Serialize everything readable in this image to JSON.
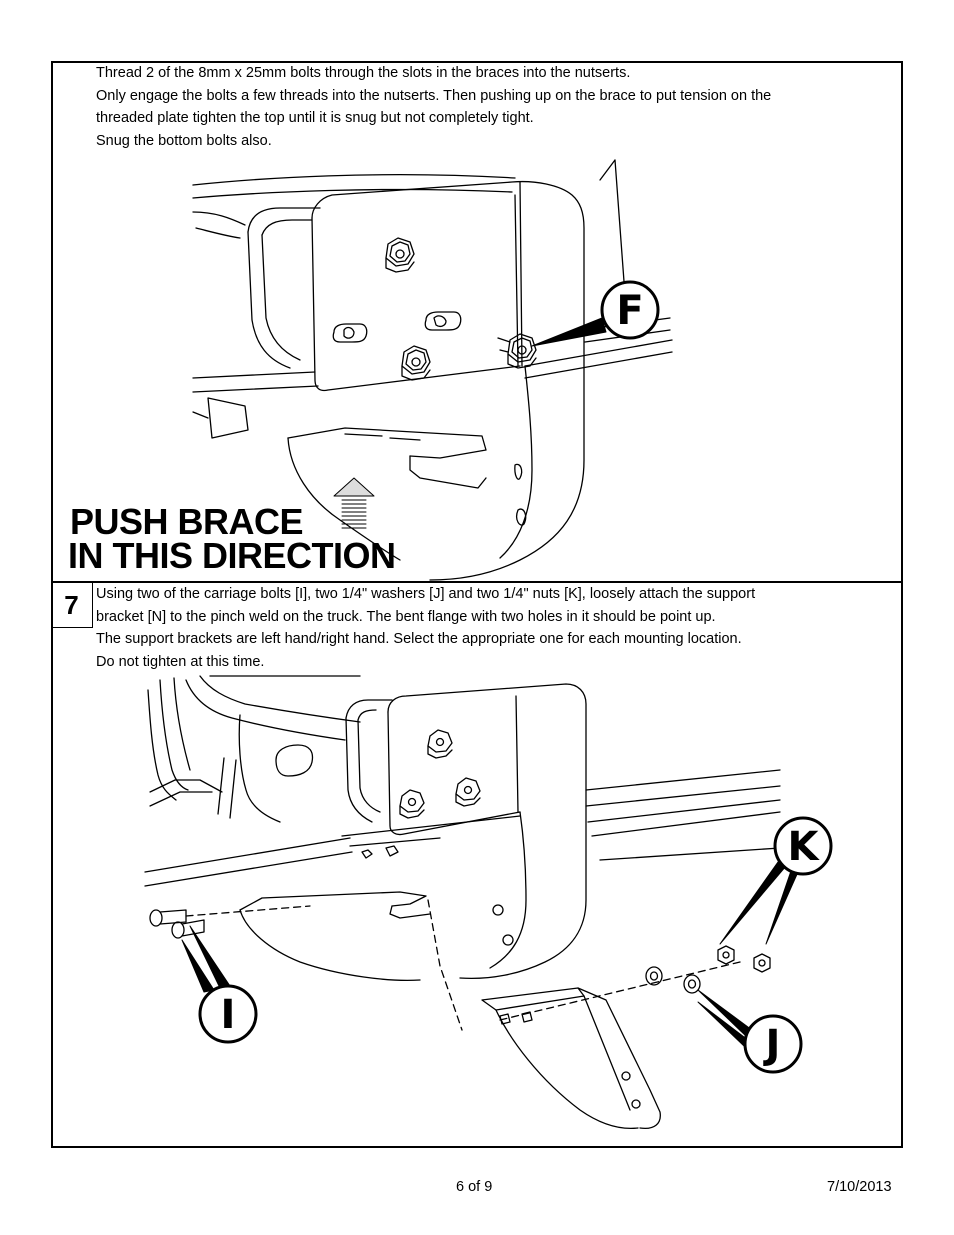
{
  "section6": {
    "lines": [
      "Thread 2 of the 8mm x 25mm bolts through the slots in the braces into the nutserts.",
      "Only engage the bolts a few threads into the nutserts.  Then pushing up on the brace to put tension on the",
      "threaded plate tighten the top until it is snug but not completely tight.",
      "Snug the bottom bolts also."
    ],
    "push_label_line1": "PUSH BRACE",
    "push_label_line2": "IN THIS DIRECTION",
    "callout_f": "F"
  },
  "section7": {
    "step_number": "7",
    "lines": [
      "Using two of the carriage bolts [I], two 1/4\" washers [J] and two 1/4\" nuts [K], loosely attach the support",
      "bracket [N] to the pinch weld on the truck.  The bent flange with two holes in it should be point up.",
      "The support brackets are left hand/right hand.  Select the appropriate one for each mounting location.",
      "Do not tighten at this time."
    ],
    "callout_k": "K",
    "callout_i": "I",
    "callout_j": "J"
  },
  "footer": {
    "page": "6 of 9",
    "date": "7/10/2013"
  }
}
